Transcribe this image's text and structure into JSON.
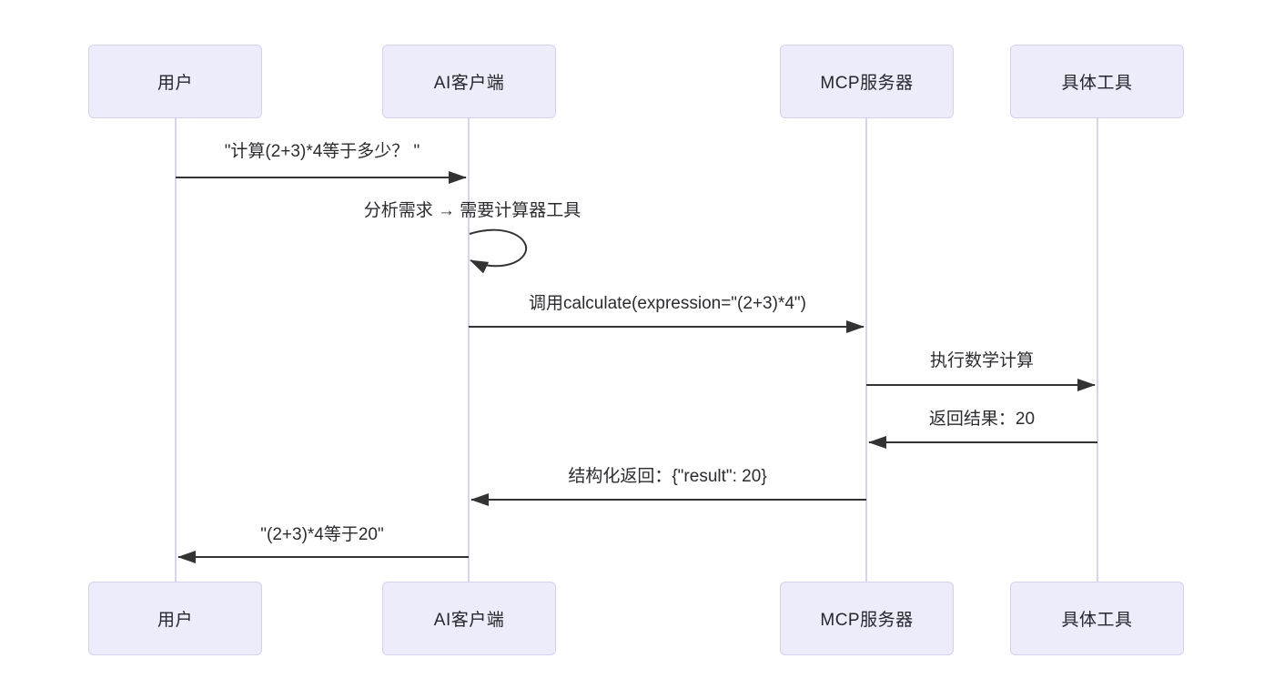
{
  "diagram": {
    "type": "sequence-diagram",
    "colors": {
      "background": "#ffffff",
      "actor_fill": "#ECECFB",
      "actor_border": "#D4D0EE",
      "lifeline": "#D8D4F0",
      "arrow": "#333333",
      "text": "#2b2b30"
    },
    "actors": [
      {
        "id": "user",
        "label": "用户"
      },
      {
        "id": "ai-client",
        "label": "AI客户端"
      },
      {
        "id": "mcp-server",
        "label": "MCP服务器"
      },
      {
        "id": "tool",
        "label": "具体工具"
      }
    ],
    "messages": [
      {
        "from": "用户",
        "to": "AI客户端",
        "type": "solid-arrow",
        "label": "\"计算(2+3)*4等于多少？ \""
      },
      {
        "from": "AI客户端",
        "to": "AI客户端",
        "type": "self-loop",
        "label": "分析需求 → 需要计算器工具"
      },
      {
        "from": "AI客户端",
        "to": "MCP服务器",
        "type": "solid-arrow",
        "label": "调用calculate(expression=\"(2+3)*4\")"
      },
      {
        "from": "MCP服务器",
        "to": "具体工具",
        "type": "solid-arrow",
        "label": "执行数学计算"
      },
      {
        "from": "具体工具",
        "to": "MCP服务器",
        "type": "solid-arrow",
        "label": "返回结果：20"
      },
      {
        "from": "MCP服务器",
        "to": "AI客户端",
        "type": "solid-arrow",
        "label": "结构化返回：{\"result\": 20}"
      },
      {
        "from": "AI客户端",
        "to": "用户",
        "type": "solid-arrow",
        "label": "\"(2+3)*4等于20\""
      }
    ]
  }
}
